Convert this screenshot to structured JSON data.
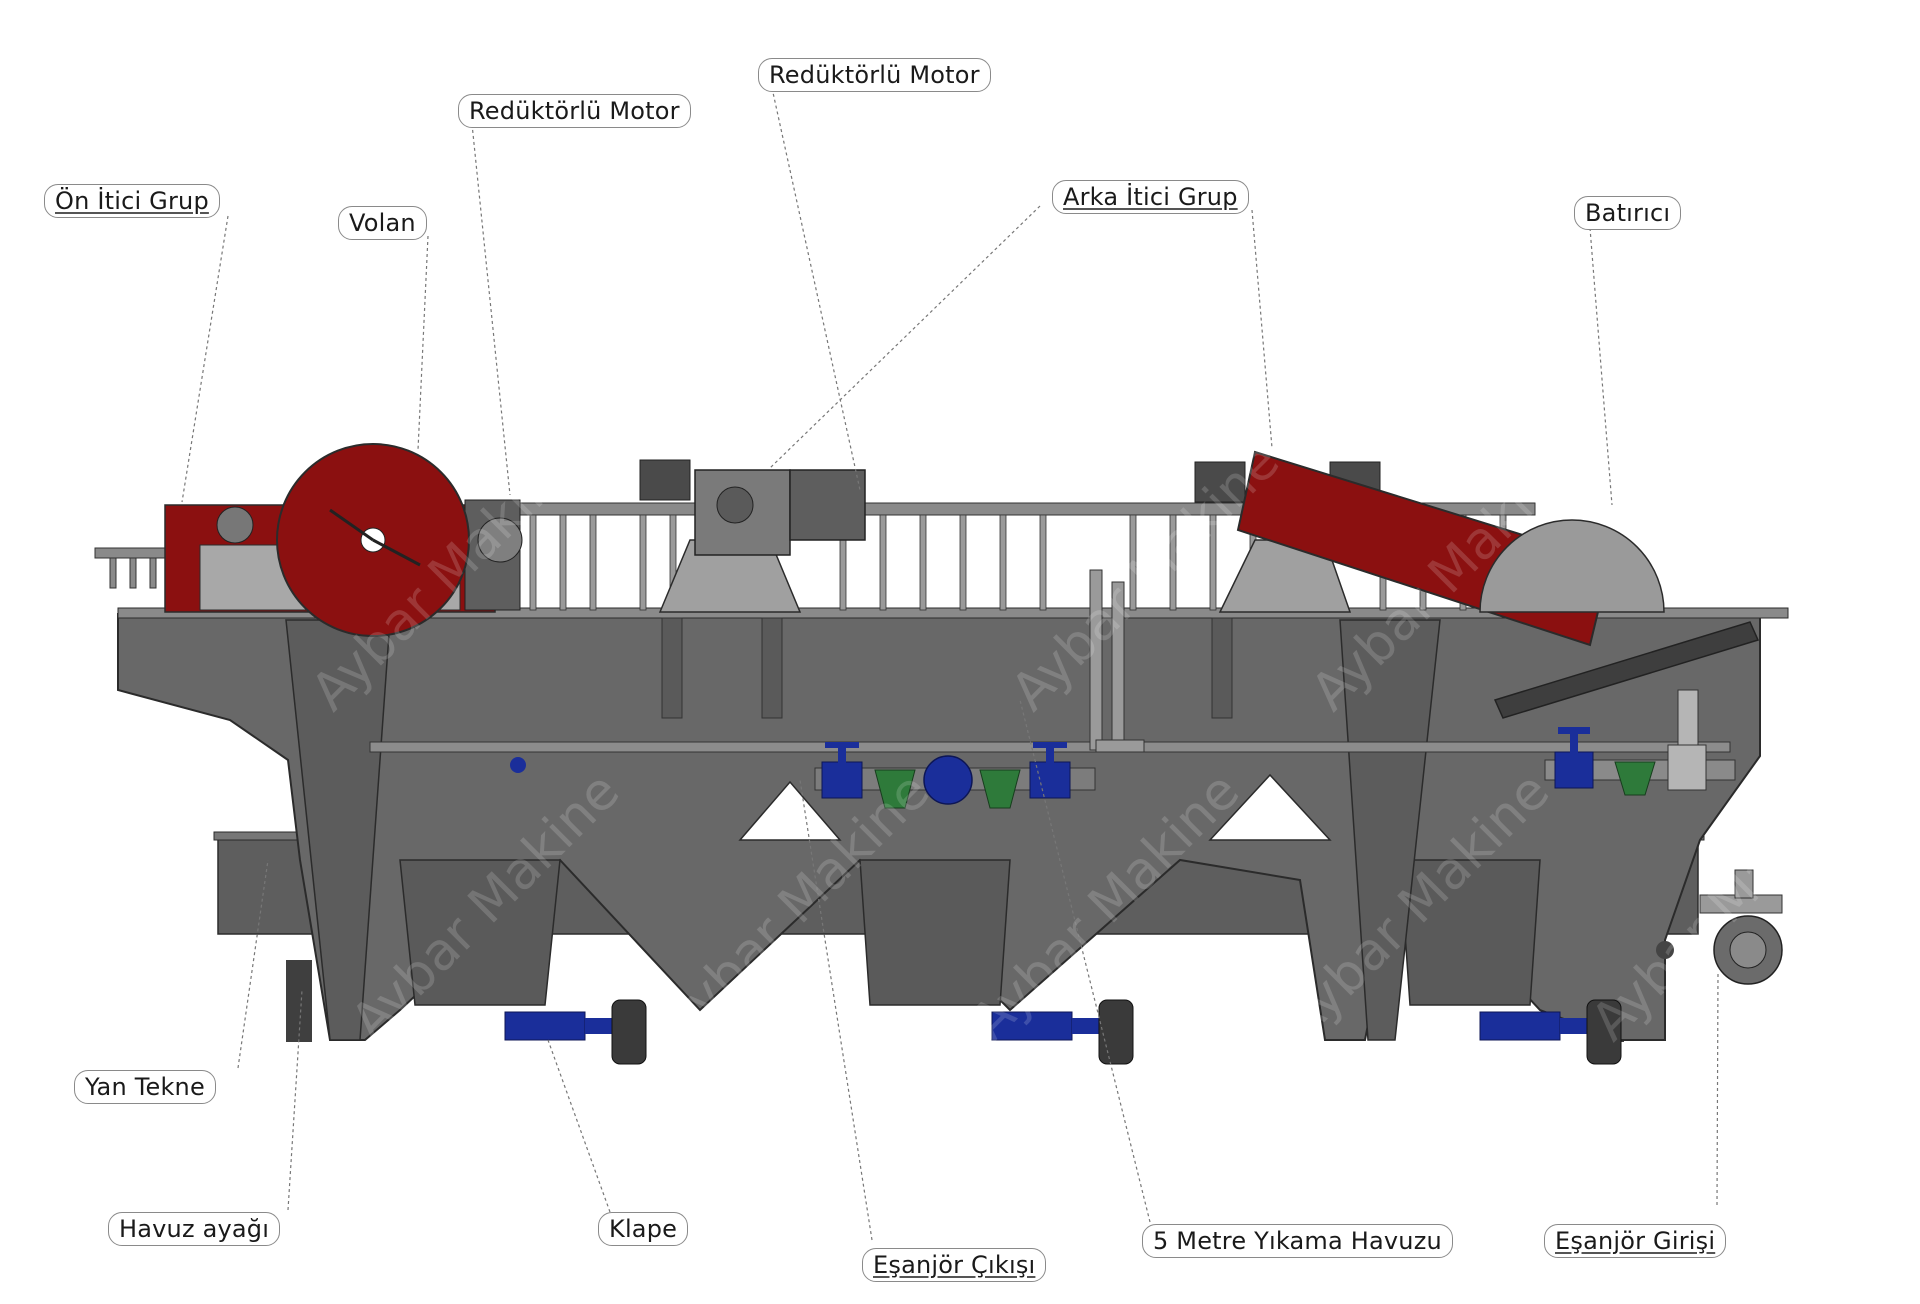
{
  "labels": {
    "on_itici_grup": "Ön İtici Grup",
    "volan": "Volan",
    "reduktorlu_motor_1": "Redüktörlü Motor",
    "reduktorlu_motor_2": "Redüktörlü Motor",
    "arka_itici_grup": "Arka İtici Grup",
    "batirici": "Batırıcı",
    "yan_tekne": "Yan Tekne",
    "havuz_ayagi": "Havuz ayağı",
    "klape": "Klape",
    "esanjor_cikisi": "Eşanjör Çıkışı",
    "yikama_havuzu": "5 Metre Yıkama Havuzu",
    "esanjor_girisi": "Eşanjör Girişi"
  },
  "watermark": "Aybar Makine",
  "colors": {
    "body": "#6b6b6b",
    "body_dark": "#4a4a4a",
    "steel": "#9a9a9a",
    "red": "#8b1010",
    "valve_blue": "#1a2e9a",
    "filter_green": "#2e7a3a"
  }
}
